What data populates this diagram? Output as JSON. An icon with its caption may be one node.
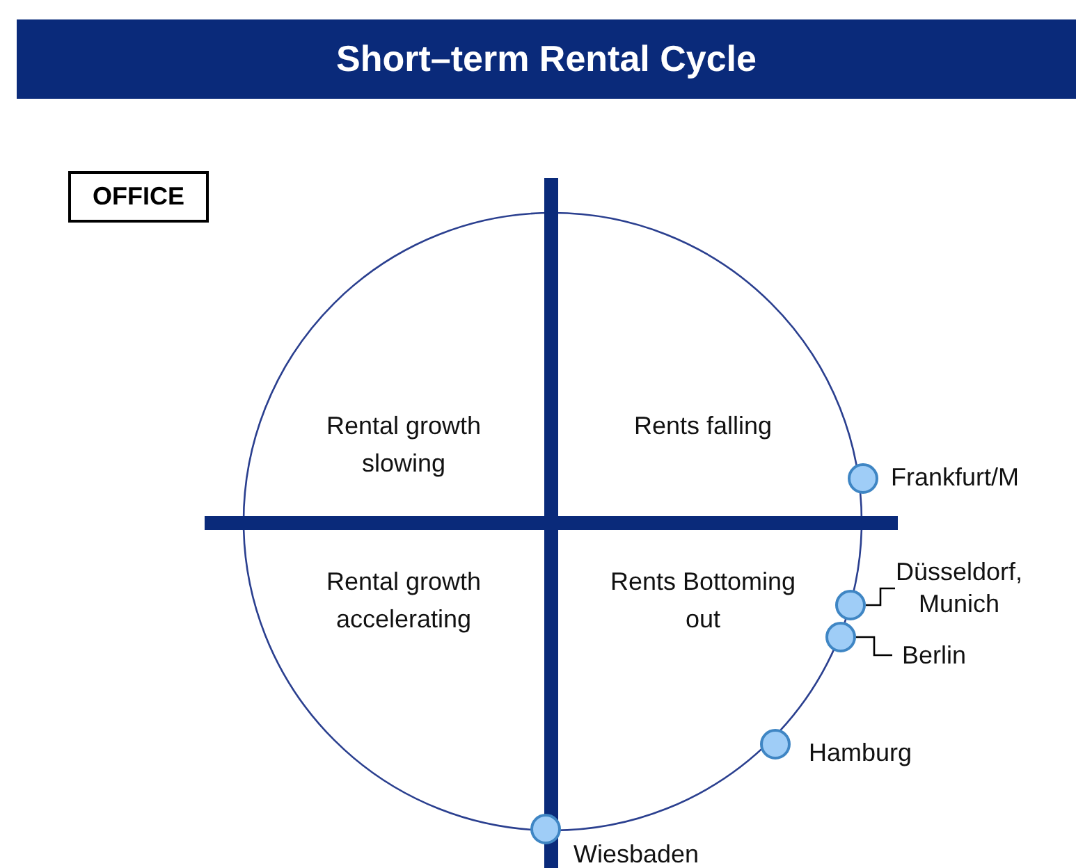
{
  "diagram": {
    "title": "Short–term Rental Cycle",
    "nodes": [
      {
        "text": [
          "OFFICE"
        ]
      },
      {
        "text": [],
        "shape": "circle",
        "beside": [
          "Frankfurt/M"
        ]
      },
      {
        "text": [
          "Düsseldorf, Munich"
        ]
      },
      {
        "text": [],
        "shape": "circle"
      },
      {
        "text": [
          "Berlin"
        ]
      },
      {
        "text": [],
        "shape": "circle"
      },
      {
        "text": [],
        "shape": "circle",
        "beside": [
          "Hamburg"
        ]
      },
      {
        "text": [],
        "shape": "circle",
        "beside": [
          "Wiesbaden"
        ]
      }
    ],
    "edges": [
      {
        "from": 2,
        "to": 3,
        "arrow": "none"
      },
      {
        "from": 4,
        "to": 5,
        "arrow": "none"
      }
    ],
    "labels": [
      "Rental growth slowing",
      "Rents falling",
      "Rental growth accelerating",
      "Rents Bottoming out"
    ]
  }
}
